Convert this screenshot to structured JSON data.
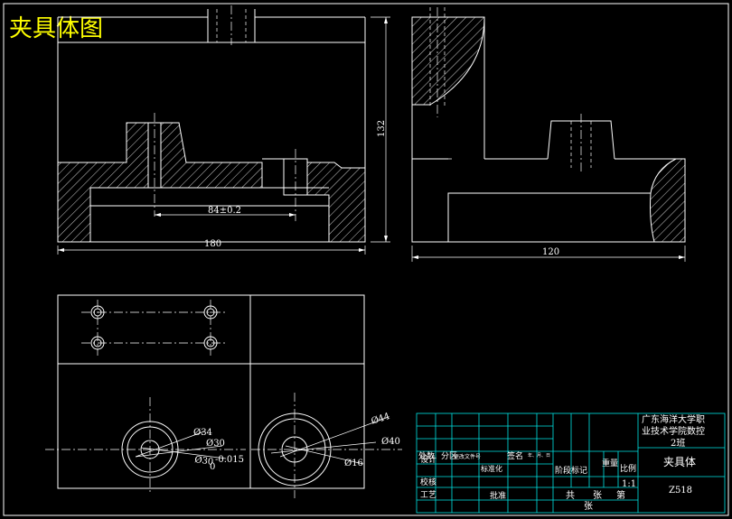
{
  "title": "夹具体图",
  "colors": {
    "background": "#000000",
    "line": "#ffffff",
    "title": "#ffff00",
    "table": "#00e5e5"
  },
  "front_view": {
    "width_dim": "180",
    "height_dim": "132",
    "bore_dim": "84±0.2"
  },
  "side_view": {
    "width_dim": "120"
  },
  "plan_view": {
    "left_circle": {
      "d1": "Ø34",
      "d2": "Ø30",
      "d3": "Ø30",
      "tol": "-0.015",
      "tol2": "0"
    },
    "right_circle": {
      "d1": "Ø44",
      "d2": "Ø40",
      "d3": "Ø16"
    }
  },
  "title_block": {
    "school": [
      "广东海洋大学职",
      "业技术学院数控",
      "2班"
    ],
    "part_name": "夹具体",
    "drawing_no": "Z518",
    "scale_label": "比例",
    "scale": "1:1",
    "weight_label": "重量",
    "stage_label": "阶段标记",
    "count_label": "处数",
    "zone_label": "分区",
    "doc_label": "更改文件号",
    "sign_label": "签名",
    "date_label": "年、月、日",
    "std_label": "标准化",
    "design_label": "设计",
    "check_label": "校核",
    "process_label": "工艺",
    "approve_label": "批准",
    "total_label": "共",
    "sheets_label": "张",
    "sheet_label": "第",
    "sheet_unit": "张"
  }
}
